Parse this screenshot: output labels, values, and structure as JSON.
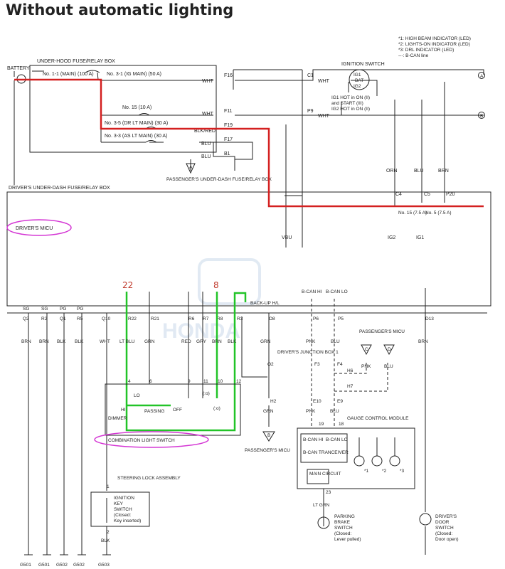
{
  "title": "Without automatic lighting",
  "colors": {
    "red_wire": "#d42020",
    "green_wire": "#22c428",
    "highlight": "#d436d4",
    "line": "#222222"
  },
  "legend": [
    "*1: HIGH BEAM INDICATOR (LED)",
    "*2: LIGHTS-ON INDICATOR (LED)",
    "*3: DRL INDICATOR (LED)",
    "---: B-CAN line"
  ],
  "battery": "BATTERY",
  "underhood_box": "UNDER-HOOD FUSE/RELAY BOX",
  "fuses": {
    "f1": "No. 1-1 (MAIN) (100 A)",
    "f2": "No. 3-1 (IG MAIN) (50 A)",
    "f3": "No. 15 (10 A)",
    "f4": "No. 3-5 (DR LT MAIN) (30 A)",
    "f5": "No. 3-3 (AS LT MAIN) (30 A)"
  },
  "wires": {
    "wht": "WHT",
    "blu": "BLU",
    "blk_red": "BLK/RED",
    "orn": "ORN",
    "brn": "BRN",
    "blk": "BLK",
    "grn": "GRN",
    "red": "RED",
    "gry": "GRY",
    "ltblu": "LT BLU",
    "pnk": "PNK",
    "ltgrn": "LT GRN",
    "vbu": "VBU",
    "ig2": "IG2",
    "ig1": "IG1"
  },
  "terminals": {
    "f16": "F16",
    "f11": "F11",
    "f19": "F19",
    "f17": "F17",
    "b1": "B1",
    "c1": "C1",
    "p9": "P9",
    "c4": "C4",
    "c5": "C5",
    "p20": "P20"
  },
  "passenger_box": "PASSENGER'S UNDER-DASH FUSE/RELAY BOX",
  "ignition_switch": "IGNITION SWITCH",
  "ig_labels": {
    "ig1": "IG1",
    "bat": "BAT",
    "ig2": "IG2"
  },
  "ig_notes": [
    "IG1 HOT in ON (II)",
    "and START (III)",
    "IG2 HOT in ON (II)"
  ],
  "driver_box": "DRIVER'S UNDER-DASH FUSE/RELAY BOX",
  "fuse15": "No. 15 (7.5 A)",
  "fuse5": "No. 5 (7.5 A)",
  "micu": "DRIVER'S MICU",
  "marker_22": "22",
  "marker_8": "8",
  "backup": "BACK-UP H/L",
  "bcan_hi": "B-CAN HI",
  "bcan_lo": "B-CAN LO",
  "micu_pins": [
    "SG",
    "SG",
    "PG",
    "PG",
    "Q10",
    "R22",
    "R21",
    "R6",
    "R7",
    "R8",
    "R3",
    "O8",
    "P6",
    "P5",
    "D13"
  ],
  "micu_pins2": [
    "Q2",
    "R2",
    "Q1",
    "R5"
  ],
  "bottom_wires": [
    "BRN",
    "BRN",
    "BLK",
    "BLK",
    "WHT",
    "LT BLU",
    "GRN",
    "RED",
    "GRY",
    "BRN",
    "BLK",
    "GRN",
    "PNK",
    "BLU",
    "BRN"
  ],
  "junction": "DRIVER'S JUNCTION BOX 1",
  "junction_pins": {
    "o2": "O2",
    "f3": "F3",
    "f4": "F4",
    "h6": "H6",
    "h7": "H7",
    "e10": "E10",
    "e9": "E9",
    "h2": "H2"
  },
  "pass_micu": "PASSENGER'S MICU",
  "switch_pins": [
    "4",
    "6",
    "9",
    "11",
    "10",
    "12"
  ],
  "switch_labels": {
    "hi": "HI",
    "lo": "LO",
    "dimmer": "DIMMER",
    "passing": "PASSING",
    "off": "OFF",
    "p1": "(:o)",
    "p2": "(:o)"
  },
  "combination": "COMBINATION LIGHT SWITCH",
  "gauge": "GAUGE CONTROL MODULE",
  "gauge_pins": [
    "19",
    "18",
    "23"
  ],
  "gauge_bcan": [
    "B-CAN HI",
    "B-CAN LO"
  ],
  "tranceiver": "B-CAN TRANCEIVER",
  "main_circuit": "MAIN CIRCUIT",
  "indicators": [
    "*1",
    "*2",
    "*3"
  ],
  "steering": "STEERING LOCK ASSEMBLY",
  "steering_pins": [
    "1",
    "2"
  ],
  "key_switch": [
    "IGNITION",
    "KEY",
    "SWITCH",
    "(Closed:",
    "Key inserted)"
  ],
  "parking": [
    "PARKING",
    "BRAKE",
    "SWITCH",
    "(Closed:",
    "Lever pulled)"
  ],
  "door": [
    "DRIVER'S",
    "DOOR",
    "SWITCH",
    "(Closed:",
    "Door open)"
  ],
  "grounds": [
    "G501",
    "G501",
    "G502",
    "G502",
    "G503"
  ],
  "connectors": {
    "a": "A",
    "b": "B",
    "c": "C",
    "d": "D"
  },
  "watermark": "HONDA"
}
